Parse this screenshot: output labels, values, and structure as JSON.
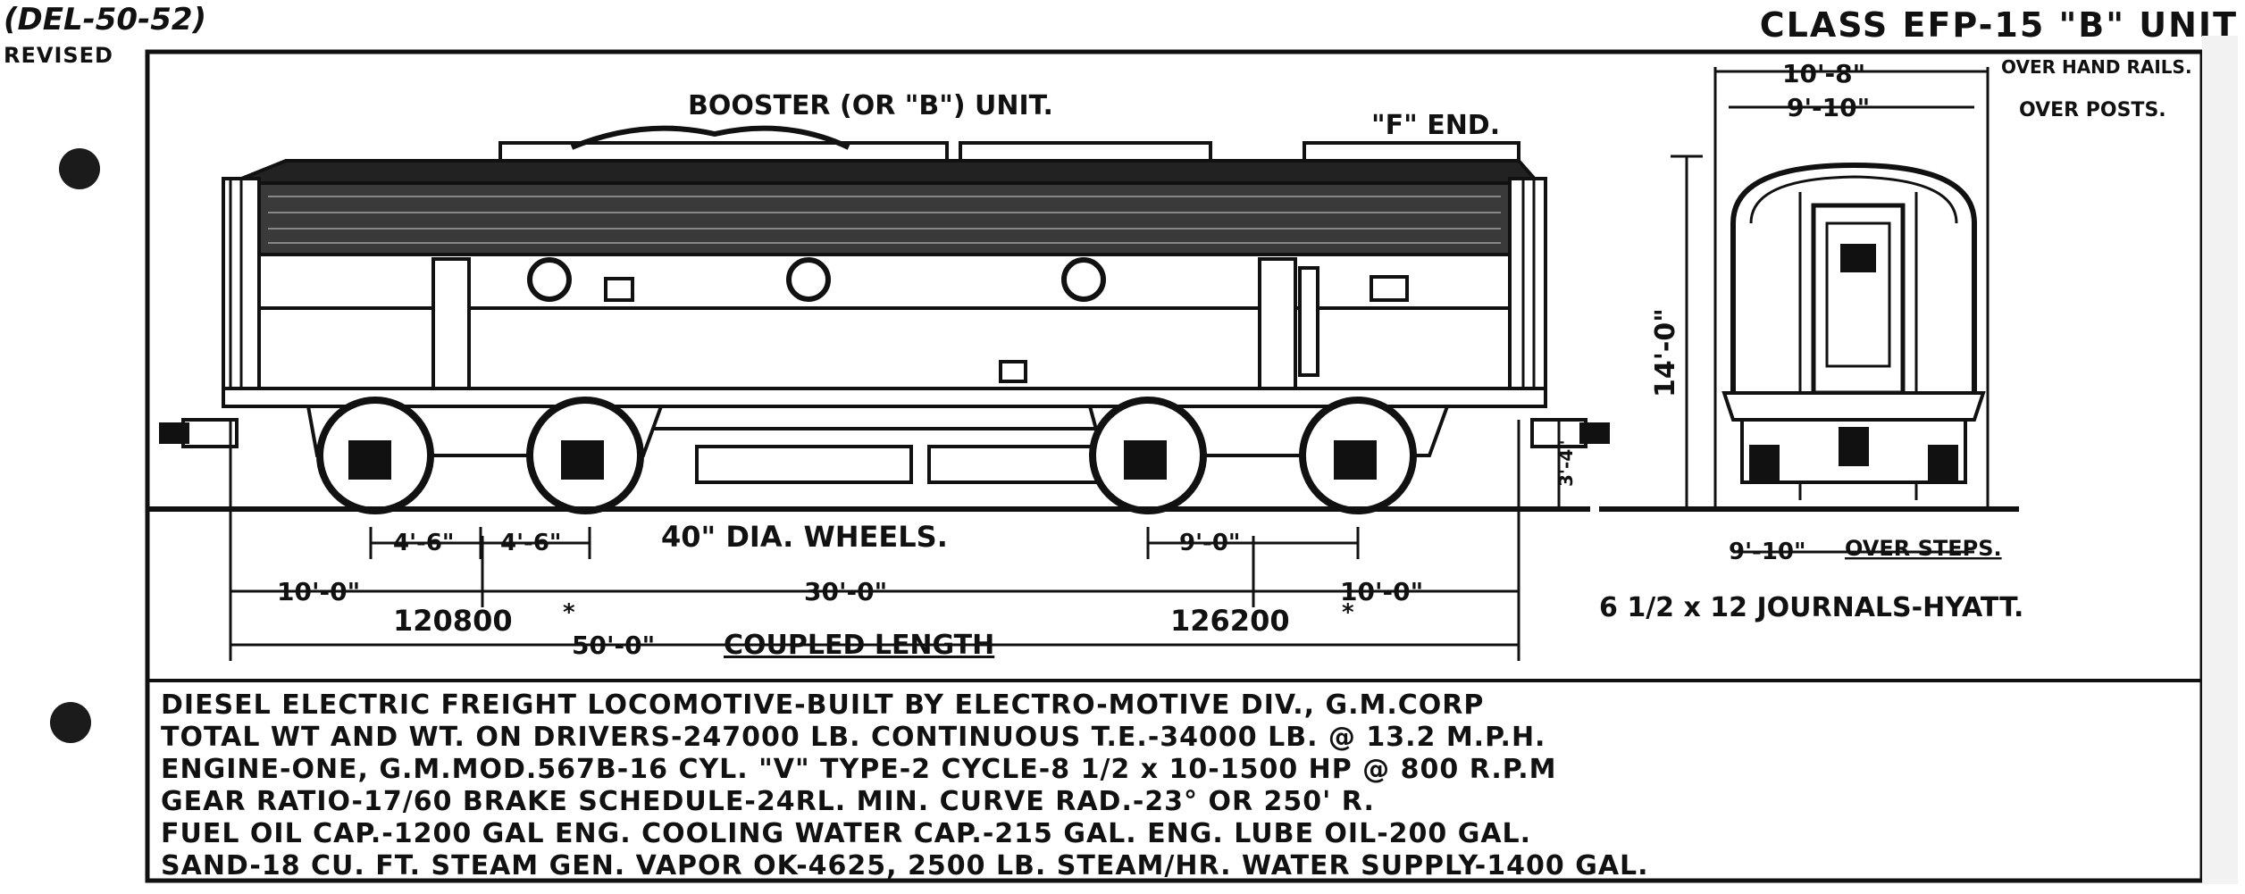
{
  "header": {
    "drawing_id": "(DEL-50-52)",
    "revised": "REVISED",
    "class_title": "CLASS EFP-15 \"B\" UNIT"
  },
  "side_view": {
    "title": "BOOSTER (OR \"B\") UNIT.",
    "f_end": "\"F\" END.",
    "wheel_label": "40\" DIA. WHEELS.",
    "dim_axle_left_1": "4'-6\"",
    "dim_axle_left_2": "4'-6\"",
    "dim_axle_right": "9'-0\"",
    "dim_end_left": "10'-0\"",
    "dim_truck_centers": "30'-0\"",
    "dim_end_right": "10'-0\"",
    "weight_left": "120800",
    "weight_right": "126200",
    "coupled_length_value": "50'-0\"",
    "coupled_length_label": "COUPLED LENGTH",
    "coupler_height": "3'-4\"",
    "overall_height": "14'-0\""
  },
  "end_view": {
    "over_handrails_value": "10'-8\"",
    "over_handrails_label": "OVER HAND RAILS.",
    "over_posts_value": "9'-10\"",
    "over_posts_label": "OVER POSTS.",
    "over_steps_value": "9'-10\"",
    "over_steps_label": "OVER STEPS.",
    "journals": "6 1/2 x 12 JOURNALS-HYATT."
  },
  "specs": [
    "DIESEL ELECTRIC FREIGHT LOCOMOTIVE-BUILT BY ELECTRO-MOTIVE DIV., G.M.CORP",
    "TOTAL WT AND WT. ON DRIVERS-247000  LB. CONTINUOUS T.E.-34000 LB. @ 13.2 M.P.H.",
    "ENGINE-ONE, G.M.MOD.567B-16 CYL. \"V\" TYPE-2 CYCLE-8 1/2 x 10-1500 HP @ 800 R.P.M",
    "GEAR RATIO-17/60  BRAKE SCHEDULE-24RL. MIN. CURVE RAD.-23°  OR 250' R.",
    "FUEL OIL CAP.-1200 GAL  ENG. COOLING WATER CAP.-215 GAL.  ENG. LUBE OIL-200 GAL.",
    "SAND-18 CU. FT. STEAM GEN. VAPOR OK-4625, 2500 LB. STEAM/HR.  WATER SUPPLY-1400 GAL."
  ]
}
